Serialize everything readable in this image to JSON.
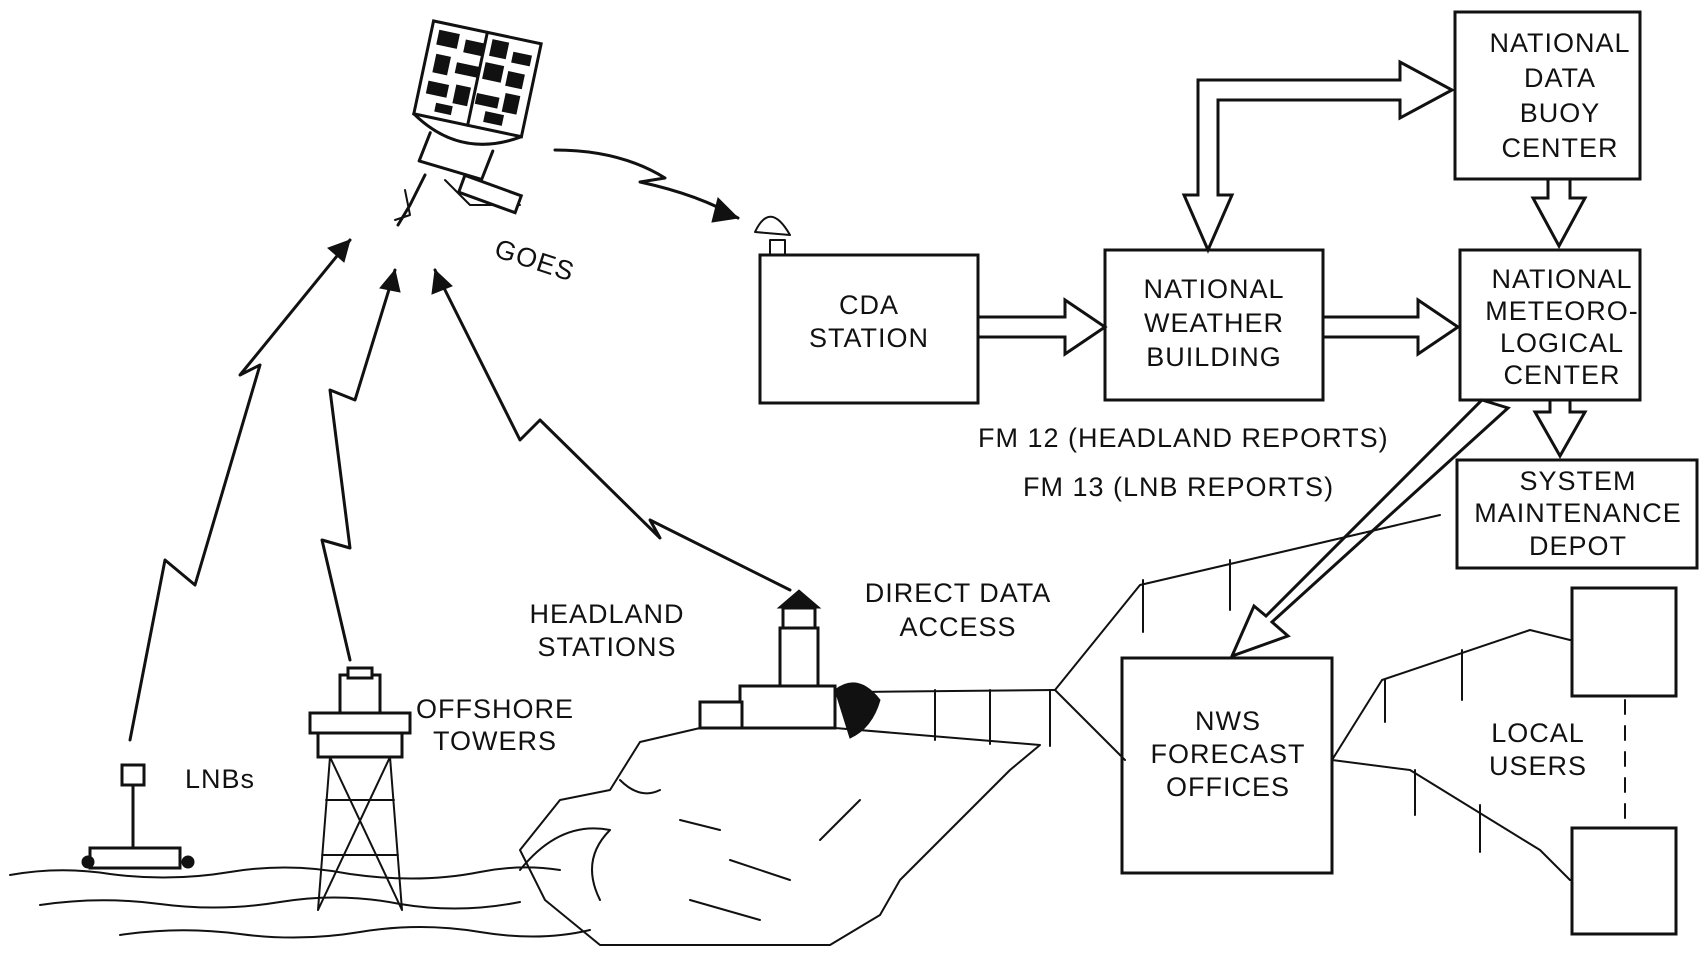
{
  "labels": {
    "goes": "GOES",
    "cda_line1": "CDA",
    "cda_line2": "STATION",
    "nwb_line1": "NATIONAL",
    "nwb_line2": "WEATHER",
    "nwb_line3": "BUILDING",
    "ndbc_line1": "NATIONAL",
    "ndbc_line2": "DATA",
    "ndbc_line3": "BUOY",
    "ndbc_line4": "CENTER",
    "nmc_line1": "NATIONAL",
    "nmc_line2": "METEORO-",
    "nmc_line3": "LOGICAL",
    "nmc_line4": "CENTER",
    "fm12": "FM 12 (HEADLAND REPORTS)",
    "fm13": "FM 13 (LNB REPORTS)",
    "smd_line1": "SYSTEM",
    "smd_line2": "MAINTENANCE",
    "smd_line3": "DEPOT",
    "dda_line1": "DIRECT DATA",
    "dda_line2": "ACCESS",
    "headland_line1": "HEADLAND",
    "headland_line2": "STATIONS",
    "offshore_line1": "OFFSHORE",
    "offshore_line2": "TOWERS",
    "lnbs": "LNBs",
    "nws_line1": "NWS",
    "nws_line2": "FORECAST",
    "nws_line3": "OFFICES",
    "local_line1": "LOCAL",
    "local_line2": "USERS"
  }
}
